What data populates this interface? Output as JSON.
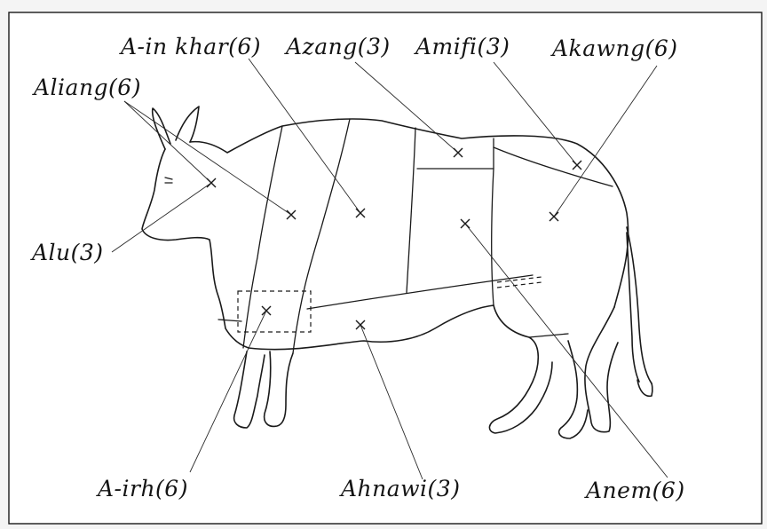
{
  "labels": {
    "ainkhar": "A-in khar(6)",
    "azang": "Azang(3)",
    "amifi": "Amifi(3)",
    "akawng": "Akawng(6)",
    "aliang": "Aliang(6)",
    "alu": "Alu(3)",
    "airh": "A-irh(6)",
    "ahnawi": "Ahnawi(3)",
    "anem": "Anem(6)"
  }
}
